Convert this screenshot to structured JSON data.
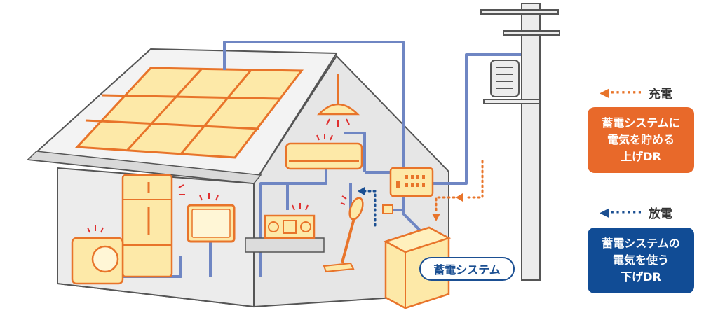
{
  "legend": {
    "charge": {
      "label": "充電",
      "color": "#e8742a"
    },
    "discharge": {
      "label": "放電",
      "color": "#1b4f92"
    }
  },
  "boxes": {
    "up_dr": {
      "lines": [
        "蓄電システムに",
        "電気を貯める",
        "上げDR"
      ],
      "color": "#e8692a"
    },
    "down_dr": {
      "lines": [
        "蓄電システムの",
        "電気を使う",
        "下げDR"
      ],
      "color": "#114c95"
    }
  },
  "storage_label": "蓄電システム",
  "colors": {
    "wire": "#6f86c3",
    "appliance_fill": "#fde9a8",
    "appliance_stroke": "#e8742a",
    "house_wall": "#e9e9e9",
    "house_stroke": "#555555"
  }
}
